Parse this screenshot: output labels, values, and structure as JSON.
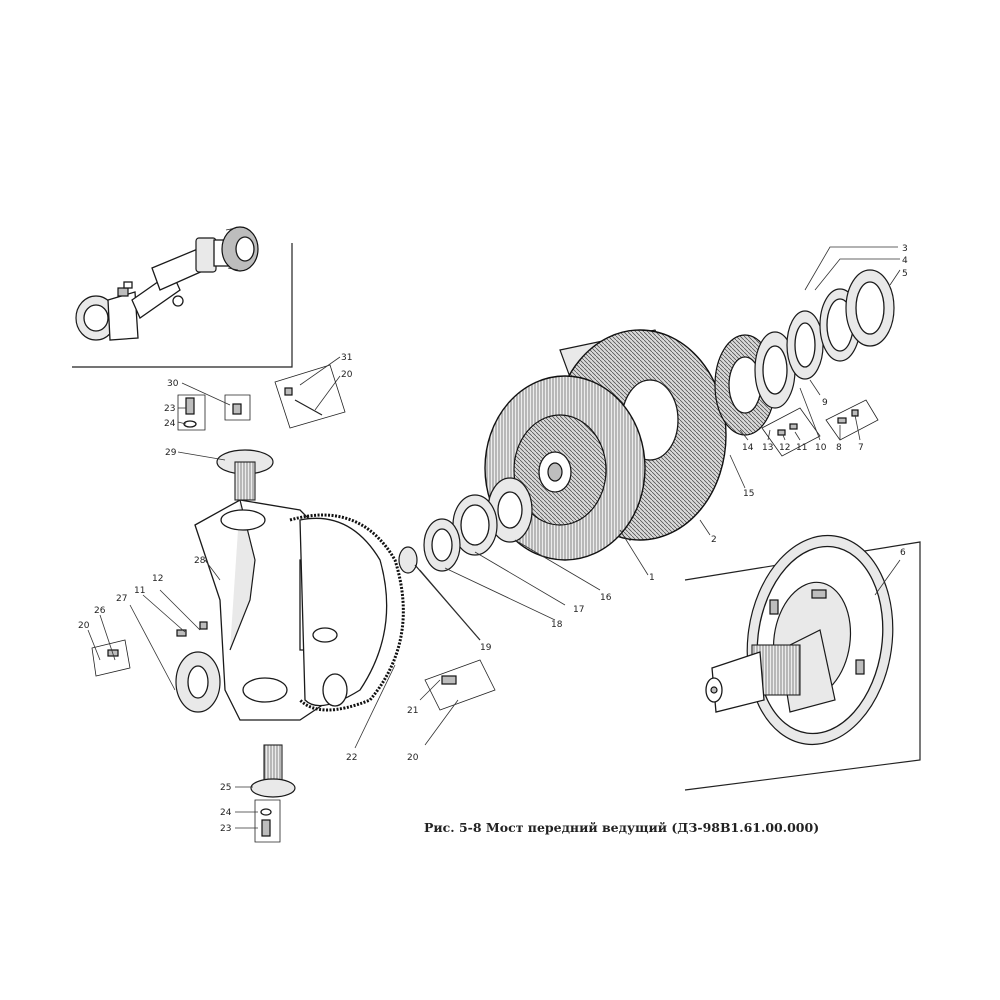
{
  "caption": "Рис. 5-8 Мост передний ведущий (ДЗ-98В1.61.00.000)",
  "callouts": [
    "1",
    "2",
    "3",
    "4",
    "5",
    "6",
    "7",
    "8",
    "9",
    "10",
    "11",
    "12",
    "13",
    "14",
    "15",
    "16",
    "17",
    "18",
    "19",
    "20",
    "21",
    "22",
    "23",
    "24",
    "25",
    "26",
    "27",
    "28",
    "29",
    "30",
    "31"
  ]
}
